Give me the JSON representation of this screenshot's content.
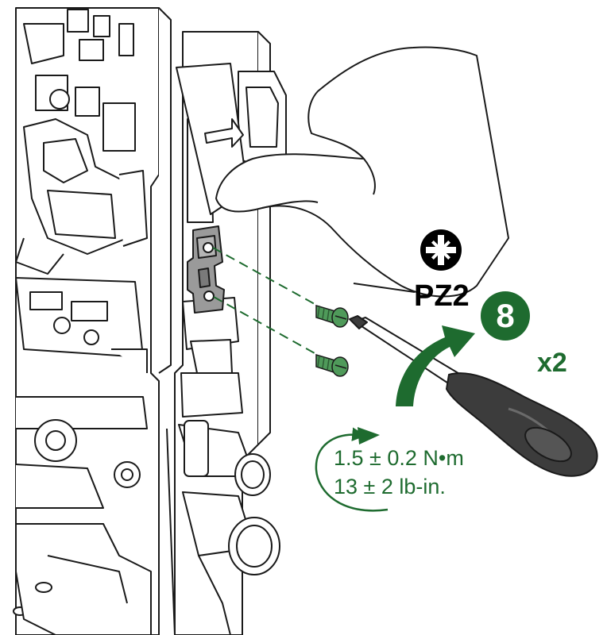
{
  "colors": {
    "accent_green": "#1e6b2f",
    "line": "#1a1a1a",
    "part_gray": "#9a9a9a",
    "handle_dark": "#3c3c3c",
    "screw_green": "#4f9a5a"
  },
  "icons": {
    "bit_type_icon": "pozidriv-cross-icon",
    "rotation_icon": "clockwise-arrow-icon",
    "tool_icon": "screwdriver-icon"
  },
  "tool": {
    "bit_label": "PZ2",
    "size_badge": "8"
  },
  "quantity": {
    "label": "x2"
  },
  "torque": {
    "metric": "1.5 ± 0.2 N•m",
    "imperial": "13 ± 2 lb-in."
  }
}
